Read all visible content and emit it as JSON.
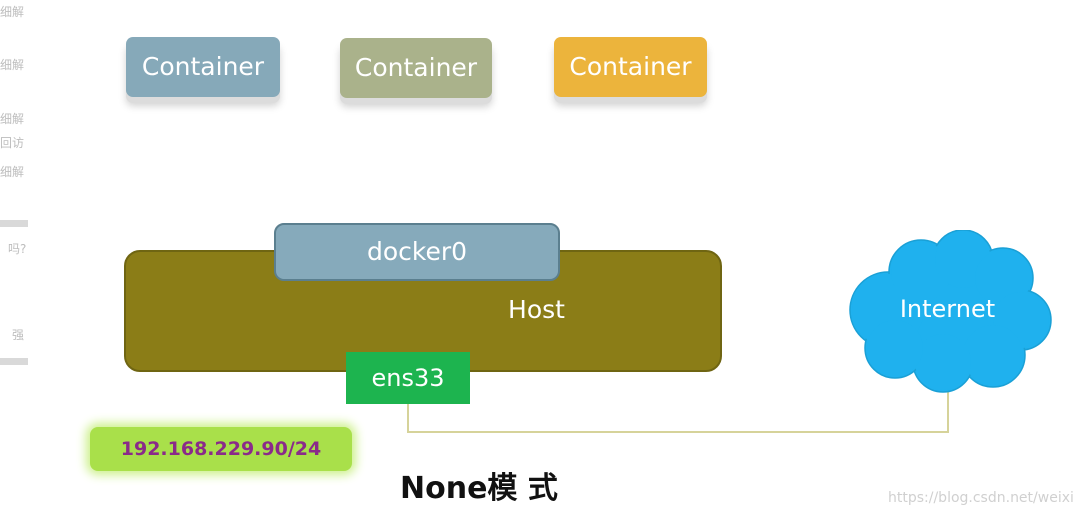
{
  "sidebar": {
    "fragments": [
      "细解",
      "细解",
      "细解",
      "回访",
      "细解",
      "吗?",
      "强"
    ]
  },
  "containers": [
    {
      "label": "Container",
      "color": "#86a9b9"
    },
    {
      "label": "Container",
      "color": "#aab28b"
    },
    {
      "label": "Container",
      "color": "#ecb43c"
    }
  ],
  "host": {
    "label": "Host",
    "color": "#8b7d17"
  },
  "bridge": {
    "label": "docker0",
    "color": "#86aabb"
  },
  "nic": {
    "label": "ens33",
    "color": "#1db44f"
  },
  "internet": {
    "label": "Internet",
    "color": "#1fb1ee",
    "icon": "cloud-icon"
  },
  "ip": {
    "label": "192.168.229.90/24"
  },
  "mode": {
    "label": "None模 式"
  },
  "watermark": {
    "text": "https://blog.csdn.net/weixi"
  }
}
